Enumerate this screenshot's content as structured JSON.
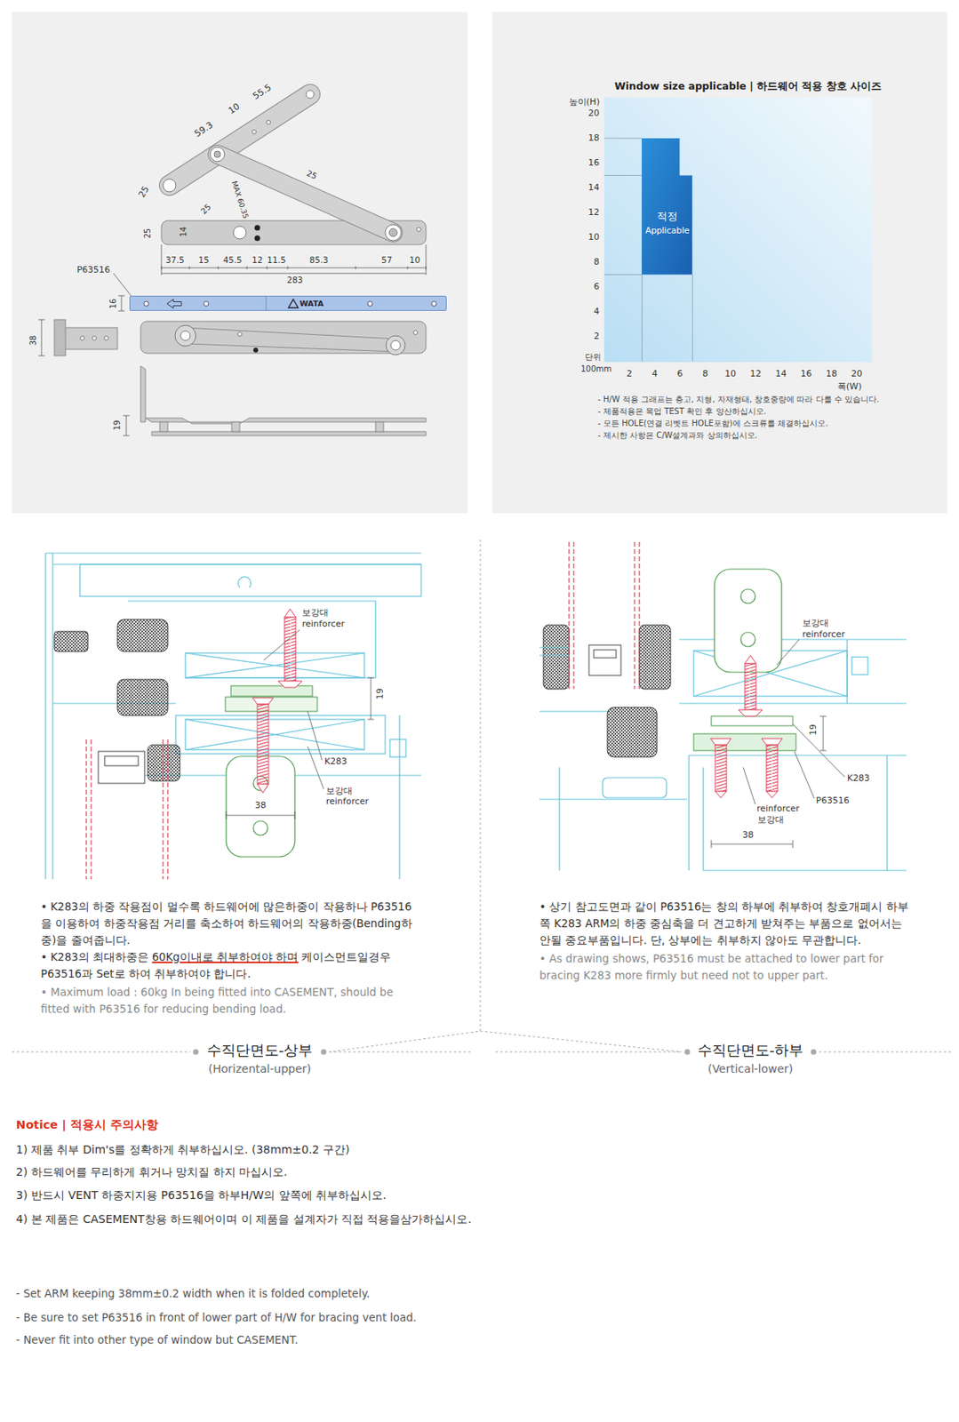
{
  "diagram": {
    "nodes": [
      {
        "text": [
          "WATA"
        ]
      },
      {
        "text": [
          "적정",
          "Applicable"
        ]
      }
    ],
    "labels": [
      "55.5",
      "10",
      "59.3",
      "25",
      "MAX 60.35",
      "25",
      "25",
      "25",
      "14",
      "37.5",
      "15",
      "45.5",
      "12",
      "11.5",
      "85.3",
      "57",
      "10",
      "283",
      "P63516",
      "16",
      "38",
      "19",
      "Window size applicable | 하드웨어 적용 창호 사이즈",
      "높이(H)",
      "20",
      "18",
      "16",
      "14",
      "12",
      "10",
      "8",
      "6",
      "4",
      "2",
      "단위",
      "100mm",
      "2",
      "4",
      "6",
      "8",
      "10",
      "12",
      "14",
      "16",
      "18",
      "20",
      "폭(W)",
      "- H/W 적용 그래프는 층고, 지형, 자재형태, 창호중량에 따라 다를 수 있습니다.",
      "- 제품적용은 목업 TEST 확인 후 양산하십시오.",
      "- 모든 HOLE(연결 리벳트 HOLE포함)에 스크류를 체결하십시오.",
      "- 제시한 사항은 C/W설계과와 상의하십시오.",
      "보강대",
      "reinforcer",
      "19",
      "K283",
      "보강대",
      "reinforcer",
      "38",
      "보강대",
      "reinforcer",
      "19",
      "K283",
      "P63516",
      "reinforcer",
      "보강대",
      "38",
      "• K283의 하중 작용점이 멀수록 하드웨어에 많은하중이 작용하나 P63516을 이용하여 하중작용점 거리를 축소하여 하드웨어의 작용하중(Bending하중)을 줄여줍니다.",
      "• K283의 최대하중은",
      "60Kg이내로 취부하여야 하며",
      "케이스먼트일경우 P63516과 Set로 하여 취부하여야 합니다.",
      "• Maximum load : 60kg In being fitted into CASEMENT, should be fitted with P63516 for reducing bending load.",
      "• 상기 참고도면과 같이 P63516는 창의 하부에 취부하여 창호개폐시 하부쪽 K283 ARM의 하중 중심축을 더 견고하게 받쳐주는 부품으로 없어서는 안될 중요부품입니다. 단, 상부에는 취부하지 않아도 무관합니다.",
      "• As drawing shows, P63516 must be attached to lower part for bracing K283 more firmly but need not to upper part.",
      "수직단면도-상부",
      "(Horizental-upper)",
      "수직단면도-하부",
      "(Vertical-lower)",
      "Notice | 적용시 주의사항",
      "1) 제품 취부 Dim's를 정확하게 취부하십시오. (38mm±0.2 구간)",
      "2) 하드웨어를 무리하게 휘거나 망치질 하지 마십시오.",
      "3) 반드시 VENT 하중지지용 P63516을 하부H/W의 앞쪽에 취부하십시오.",
      "4) 본 제품은 CASEMENT창용 하드웨어이며 이 제품을 설계자가 직접 적용을삼가하십시오.",
      "- Set ARM keeping 38mm±0.2 width when it is folded completely.",
      "- Be sure to set P63516 in front of lower part of H/W for bracing vent load.",
      "- Never fit into other type of window but CASEMENT."
    ]
  }
}
